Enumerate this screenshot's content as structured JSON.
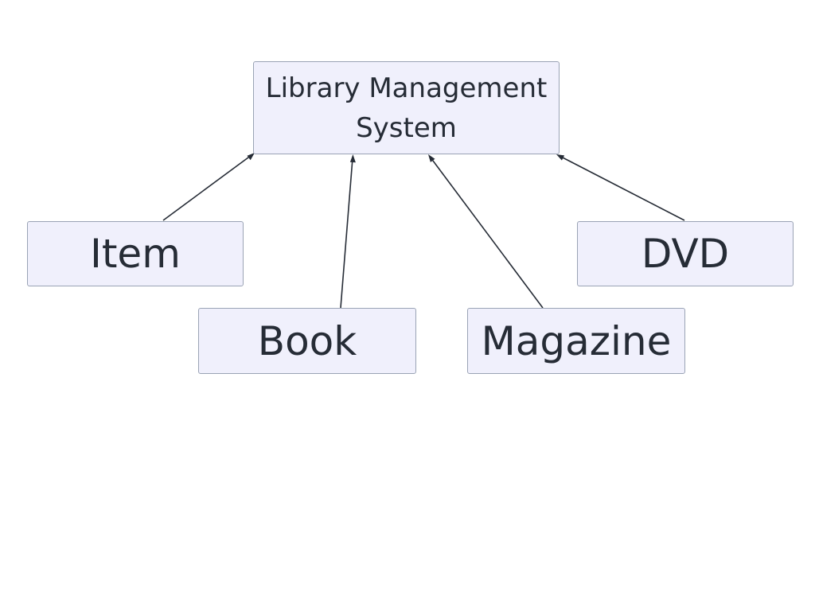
{
  "diagram": {
    "nodes": {
      "root": "Library Management System",
      "item": "Item",
      "book": "Book",
      "magazine": "Magazine",
      "dvd": "DVD"
    },
    "edges": [
      {
        "from": "Item",
        "to": "Library Management System"
      },
      {
        "from": "Book",
        "to": "Library Management System"
      },
      {
        "from": "Magazine",
        "to": "Library Management System"
      },
      {
        "from": "DVD",
        "to": "Library Management System"
      }
    ],
    "colors": {
      "node_fill": "#f0f0fc",
      "node_border": "#9aa3b5",
      "text": "#262c36",
      "edge": "#262c36"
    }
  }
}
